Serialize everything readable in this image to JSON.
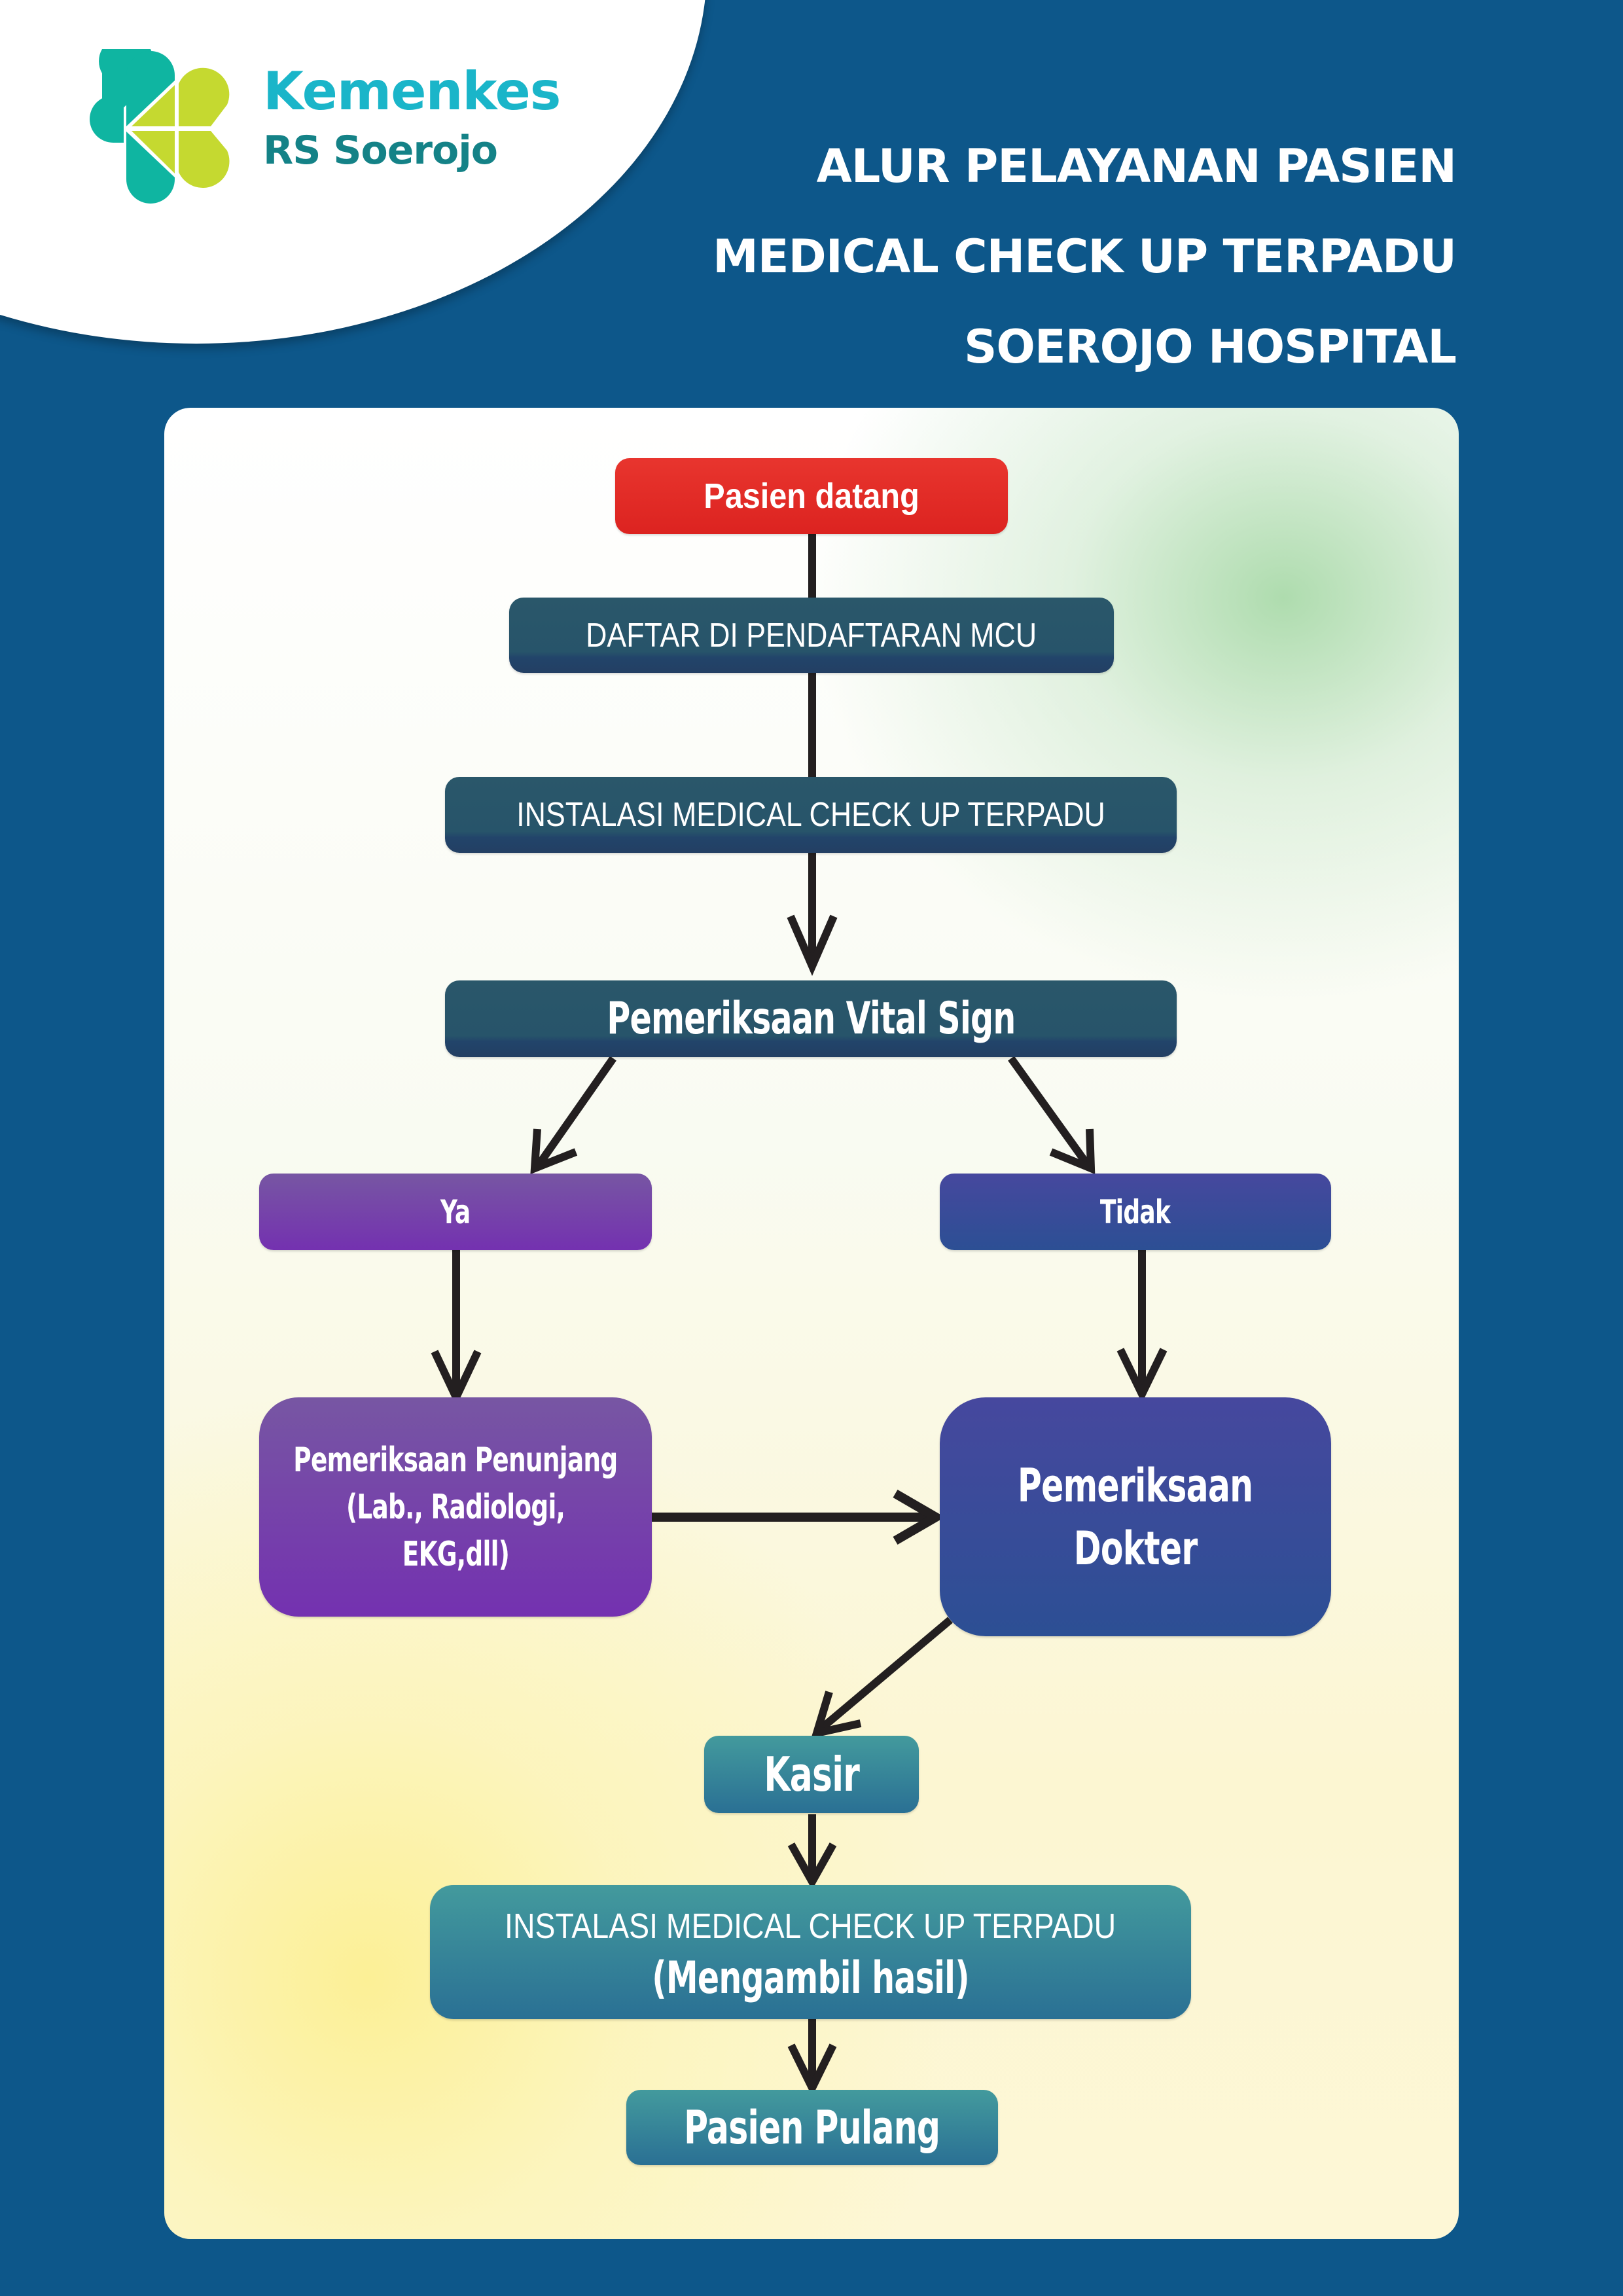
{
  "brand": {
    "name": "Kemenkes",
    "subtitle": "RS Soerojo",
    "logo_icon": "kemenkes-flower-logo",
    "colors": {
      "teal": "#0fb5a1",
      "lime": "#c5d930",
      "name": "#1ab5c9",
      "subtitle": "#148287"
    }
  },
  "title": {
    "lines": [
      "ALUR PELAYANAN PASIEN",
      "MEDICAL CHECK UP TERPADU",
      "SOEROJO HOSPITAL"
    ]
  },
  "colors": {
    "background": "#0d578a",
    "start_node": "#e2282a",
    "process_node": "#285669",
    "yes_branch": "#7542ab",
    "no_branch": "#3c4c9b",
    "final_steps": "#3a8a9a",
    "connector": "#231f20"
  },
  "flowchart": {
    "nodes": {
      "start": {
        "label": "Pasien datang"
      },
      "registration": {
        "label": "DAFTAR DI PENDAFTARAN MCU"
      },
      "mcu_installation": {
        "label": "INSTALASI MEDICAL CHECK UP TERPADU"
      },
      "vital_sign": {
        "label": "Pemeriksaan Vital Sign"
      },
      "yes": {
        "label": "Ya"
      },
      "no": {
        "label": "Tidak"
      },
      "support_exam": {
        "lines": [
          "Pemeriksaan Penunjang",
          "(Lab., Radiologi,",
          "EKG,dll)"
        ]
      },
      "doctor_exam": {
        "lines": [
          "Pemeriksaan",
          "Dokter"
        ]
      },
      "cashier": {
        "label": "Kasir"
      },
      "results": {
        "line1": "INSTALASI MEDICAL CHECK UP TERPADU",
        "line2": "(Mengambil hasil)"
      },
      "end": {
        "label": "Pasien Pulang"
      }
    },
    "edges": [
      {
        "from": "start",
        "to": "registration"
      },
      {
        "from": "registration",
        "to": "mcu_installation"
      },
      {
        "from": "mcu_installation",
        "to": "vital_sign"
      },
      {
        "from": "vital_sign",
        "to": "yes"
      },
      {
        "from": "vital_sign",
        "to": "no"
      },
      {
        "from": "yes",
        "to": "support_exam"
      },
      {
        "from": "no",
        "to": "doctor_exam"
      },
      {
        "from": "support_exam",
        "to": "doctor_exam"
      },
      {
        "from": "doctor_exam",
        "to": "cashier"
      },
      {
        "from": "cashier",
        "to": "results"
      },
      {
        "from": "results",
        "to": "end"
      }
    ]
  }
}
